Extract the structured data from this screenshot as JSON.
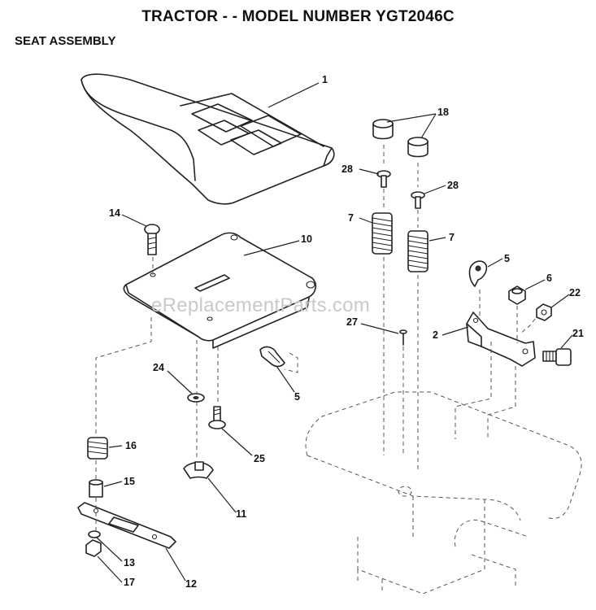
{
  "header": {
    "title": "TRACTOR - - MODEL NUMBER YGT2046C",
    "subtitle": "SEAT ASSEMBLY"
  },
  "watermark": "eReplacementParts.com",
  "callouts": {
    "c1": "1",
    "c18": "18",
    "c28a": "28",
    "c28b": "28",
    "c14": "14",
    "c10": "10",
    "c7a": "7",
    "c7b": "7",
    "c5a": "5",
    "c6": "6",
    "c22": "22",
    "c27": "27",
    "c2": "2",
    "c21": "21",
    "c24": "24",
    "c5b": "5",
    "c16": "16",
    "c25": "25",
    "c15": "15",
    "c11": "11",
    "c13": "13",
    "c17": "17",
    "c12": "12"
  }
}
